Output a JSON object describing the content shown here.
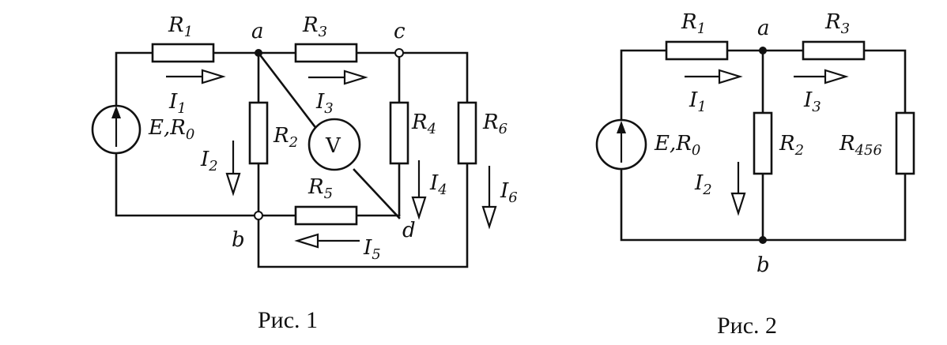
{
  "figures": [
    {
      "caption": "Рис. 1",
      "nodes": {
        "a": "a",
        "b": "b",
        "c": "c",
        "d": "d"
      },
      "resistors": {
        "R1": "R",
        "R1_sub": "1",
        "R2": "R",
        "R2_sub": "2",
        "R3": "R",
        "R3_sub": "3",
        "R4": "R",
        "R4_sub": "4",
        "R5": "R",
        "R5_sub": "5",
        "R6": "R",
        "R6_sub": "6"
      },
      "currents": {
        "I1": "I",
        "I1_sub": "1",
        "I2": "I",
        "I2_sub": "2",
        "I3": "I",
        "I3_sub": "3",
        "I4": "I",
        "I4_sub": "4",
        "I5": "I",
        "I5_sub": "5",
        "I6": "I",
        "I6_sub": "6"
      },
      "source": "E,R",
      "source_sub": "0",
      "meter": "V"
    },
    {
      "caption": "Рис. 2",
      "nodes": {
        "a": "a",
        "b": "b"
      },
      "resistors": {
        "R1": "R",
        "R1_sub": "1",
        "R2": "R",
        "R2_sub": "2",
        "R3": "R",
        "R3_sub": "3",
        "R456": "R",
        "R456_sub": "456"
      },
      "currents": {
        "I1": "I",
        "I1_sub": "1",
        "I2": "I",
        "I2_sub": "2",
        "I3": "I",
        "I3_sub": "3"
      },
      "source": "E,R",
      "source_sub": "0"
    }
  ]
}
